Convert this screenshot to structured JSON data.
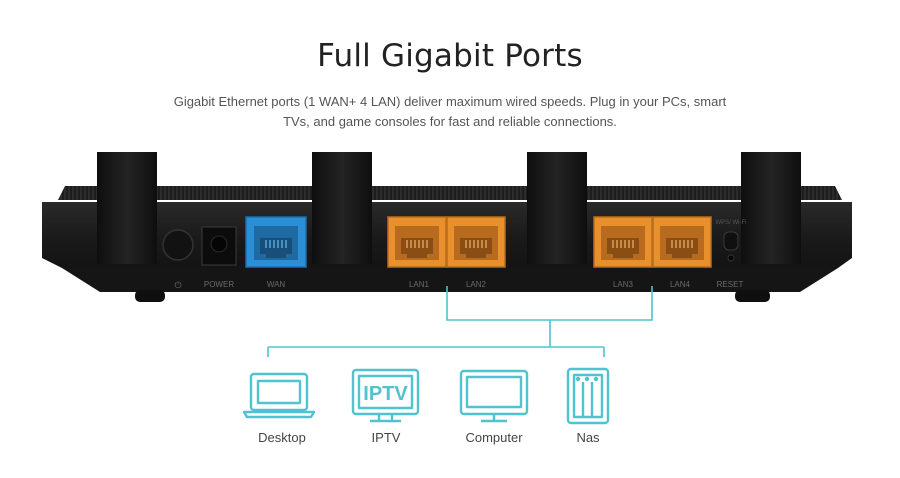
{
  "header": {
    "title": "Full Gigabit Ports",
    "subtitle_line1": "Gigabit Ethernet ports (1 WAN+ 4 LAN) deliver maximum wired speeds. Plug in your PCs, smart",
    "subtitle_line2": "TVs, and game consoles for fast and reliable connections."
  },
  "router": {
    "port_labels": {
      "power_symbol": "⏻",
      "power": "POWER",
      "wan": "WAN",
      "lan1": "LAN1",
      "lan2": "LAN2",
      "lan3": "LAN3",
      "lan4": "LAN4",
      "reset": "RESET",
      "wps_wifi": "WPS/ Wi-Fi"
    },
    "colors": {
      "wan": "#2b8fd6",
      "lan": "#e8902c",
      "body": "#1c1c1c",
      "line": "#4fc3cf"
    }
  },
  "devices": [
    {
      "label": "Desktop",
      "icon": "laptop-icon"
    },
    {
      "label": "IPTV",
      "icon": "iptv-icon",
      "screen_text": "IPTV"
    },
    {
      "label": "Computer",
      "icon": "monitor-icon"
    },
    {
      "label": "Nas",
      "icon": "nas-icon"
    }
  ]
}
